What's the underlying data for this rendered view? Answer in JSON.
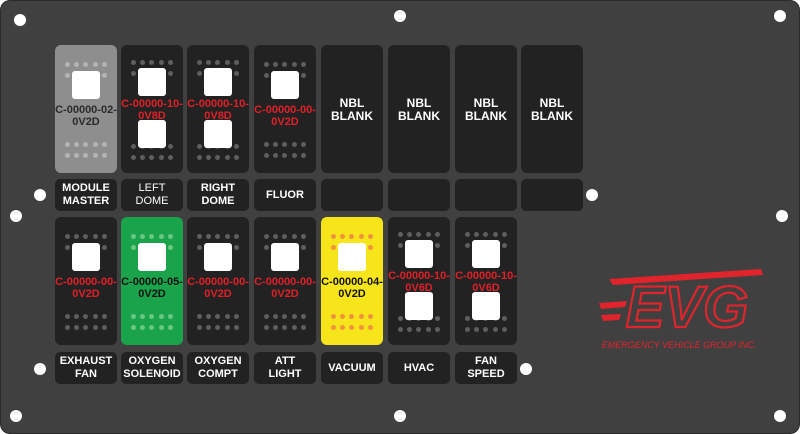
{
  "top_switches": [
    {
      "code": "C-00000-02-\n0V2D",
      "style": "light",
      "windows": 1
    },
    {
      "code": "C-00000-10-\n0V8D",
      "style": "dark",
      "windows": 2
    },
    {
      "code": "C-00000-10-\n0V8D",
      "style": "dark",
      "windows": 2
    },
    {
      "code": "C-00000-00-\n0V2D",
      "style": "dark",
      "windows": 1
    },
    {
      "blank": "NBL\nBLANK"
    },
    {
      "blank": "NBL\nBLANK"
    },
    {
      "blank": "NBL\nBLANK"
    },
    {
      "blank": "NBL\nBLANK"
    }
  ],
  "top_labels": [
    "MODULE\nMASTER",
    "LEFT\nDOME",
    "RIGHT\nDOME",
    "FLUOR",
    "",
    "",
    "",
    ""
  ],
  "bottom_switches": [
    {
      "code": "C-00000-00-\n0V2D",
      "style": "dark",
      "windows": 1
    },
    {
      "code": "C-00000-05-\n0V2D",
      "style": "green",
      "windows": 1
    },
    {
      "code": "C-00000-00-\n0V2D",
      "style": "dark",
      "windows": 1
    },
    {
      "code": "C-00000-00-\n0V2D",
      "style": "dark",
      "windows": 1
    },
    {
      "code": "C-00000-04-\n0V2D",
      "style": "yellow",
      "windows": 1
    },
    {
      "code": "C-00000-10-\n0V6D",
      "style": "dark",
      "windows": 2
    },
    {
      "code": "C-00000-10-\n0V6D",
      "style": "dark",
      "windows": 2
    }
  ],
  "bottom_labels": [
    "EXHAUST\nFAN",
    "OXYGEN\nSOLENOID",
    "OXYGEN\nCOMPT",
    "ATT\nLIGHT",
    "VACUUM",
    "HVAC",
    "FAN\nSPEED"
  ],
  "logo": {
    "mark": "EVG",
    "tagline": "EMERGENCY VEHICLE GROUP INC."
  },
  "colors": {
    "panel": "#404040",
    "switch": "#222222",
    "code_red": "#e02028",
    "logo_red": "#e0242c",
    "green": "#1aa34a",
    "yellow": "#f7e51c"
  }
}
